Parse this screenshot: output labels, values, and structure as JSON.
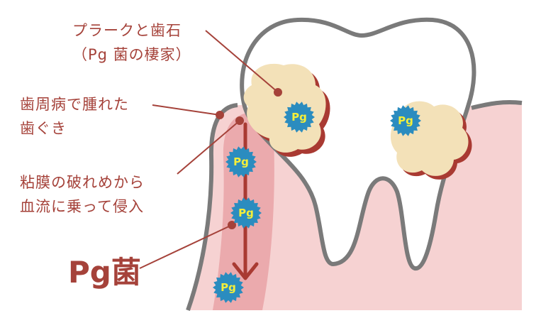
{
  "labels": {
    "plaque_line1": "プラークと歯石",
    "plaque_line2": "（Pg 菌の棲家）",
    "gum_line1": "歯周病で腫れた",
    "gum_line2": "歯ぐき",
    "invade_line1": "粘膜の破れめから",
    "invade_line2": "血流に乗って侵入",
    "bacteria": "Pg菌"
  },
  "badge_text": "Pg",
  "colors": {
    "text": "#a5423a",
    "gum": "#f2c4c4",
    "badge": "#2b8cbf",
    "badge_text": "#f4ee3a",
    "plaque": "#f3e1b8"
  }
}
